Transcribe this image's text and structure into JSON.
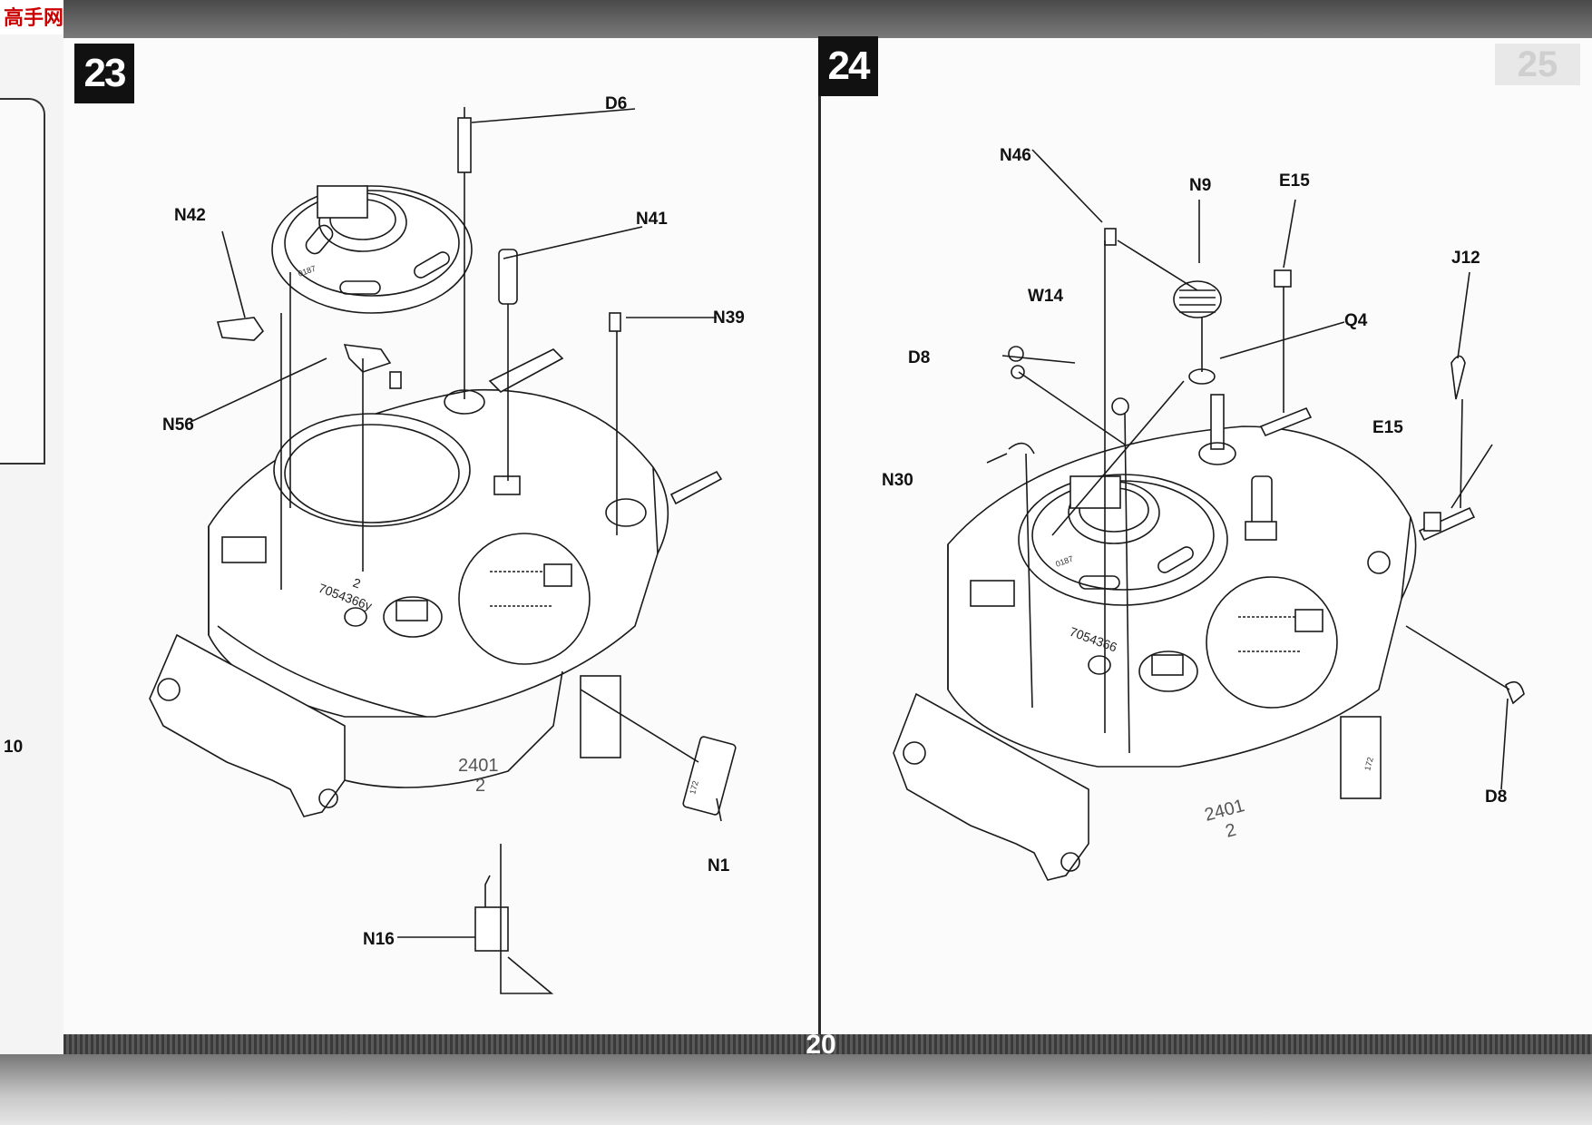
{
  "logo": {
    "text": "高手网"
  },
  "prev_page_fragment": {
    "number": "10"
  },
  "page_number": "20",
  "ghost_step": "25",
  "step_23": {
    "number": "23",
    "parts": [
      "D6",
      "N42",
      "N41",
      "N39",
      "N56",
      "N1",
      "N16"
    ],
    "hull_markings": [
      "2",
      "7054366y",
      "2401",
      "2",
      "172",
      "0187"
    ]
  },
  "step_24": {
    "number": "24",
    "parts": [
      "N46",
      "N9",
      "E15",
      "J12",
      "W14",
      "Q4",
      "D8",
      "N30",
      "E15",
      "D8"
    ],
    "hull_markings": [
      "7054366",
      "2401",
      "2",
      "172",
      "0187"
    ]
  },
  "colors": {
    "badge": "#111111",
    "line": "#1a1a1a",
    "paper": "#fbfbfb"
  }
}
